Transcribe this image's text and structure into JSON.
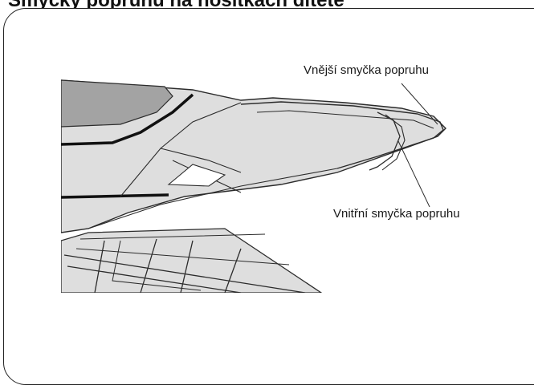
{
  "heading": {
    "text": "Smyčky popruhu na nosítkách dítěte"
  },
  "illustration": {
    "callouts": {
      "outer": "Vnější smyčka popruhu",
      "inner": "Vnitřní smyčka popruhu"
    },
    "colors": {
      "background": "#ffffff",
      "fabric": "#dedede",
      "shading": "#a3a3a3",
      "outline": "#2b2b2b",
      "stitching": "#111111"
    }
  }
}
